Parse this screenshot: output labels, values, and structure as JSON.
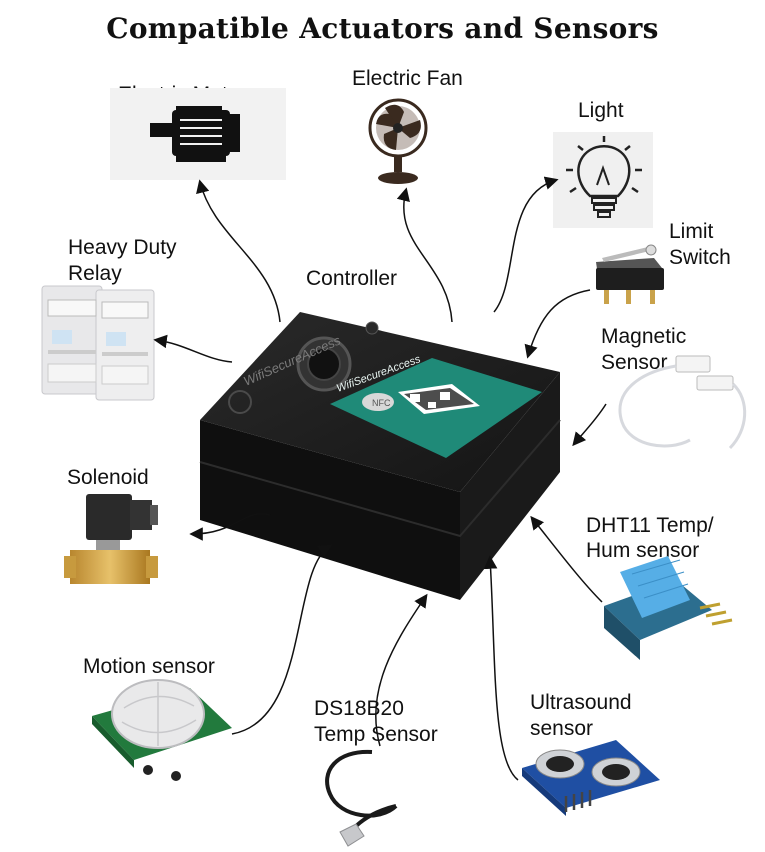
{
  "title": "Compatible Actuators and Sensors",
  "controller": {
    "label": "Controller",
    "brand": "WifiSecureAccess",
    "nfc": "NFC"
  },
  "devices": {
    "motor": "Electric Motor",
    "fan": "Electric Fan",
    "light": "Light",
    "relay_line1": "Heavy Duty",
    "relay_line2": "Relay",
    "limit_line1": "Limit",
    "limit_line2": "Switch",
    "magnetic_line1": "Magnetic",
    "magnetic_line2": "Sensor",
    "solenoid": "Solenoid",
    "dht_line1": "DHT11 Temp/",
    "dht_line2": "Hum sensor",
    "motion": "Motion sensor",
    "ds_line1": "DS18B20",
    "ds_line2": "Temp Sensor",
    "ultra_line1": "Ultrasound",
    "ultra_line2": "sensor"
  },
  "colors": {
    "controller_body": "#161616",
    "qr_panel": "#1f8a78",
    "arrow": "#111111"
  }
}
